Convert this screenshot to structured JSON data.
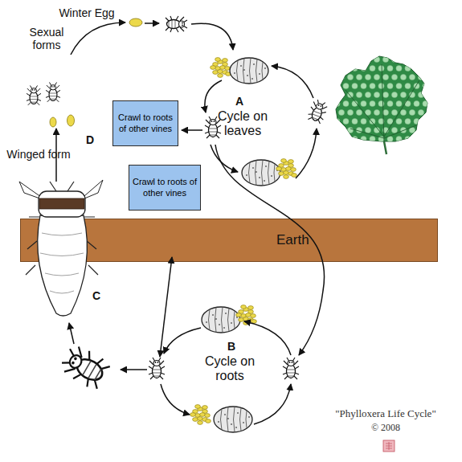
{
  "diagram": {
    "nodes": [
      {
        "text": [
          "Crawl to roots of other vines"
        ]
      },
      {
        "text": [
          "Crawl to roots of other vines"
        ]
      },
      {
        "text": [
          "Earth"
        ]
      }
    ],
    "labels": [
      "Winter Egg",
      "Sexual forms",
      "D",
      "Winged form",
      "A",
      "Cycle on leaves",
      "B",
      "Cycle on roots",
      "C",
      "\"Phylloxera Life Cycle\"",
      "© 2008"
    ]
  }
}
